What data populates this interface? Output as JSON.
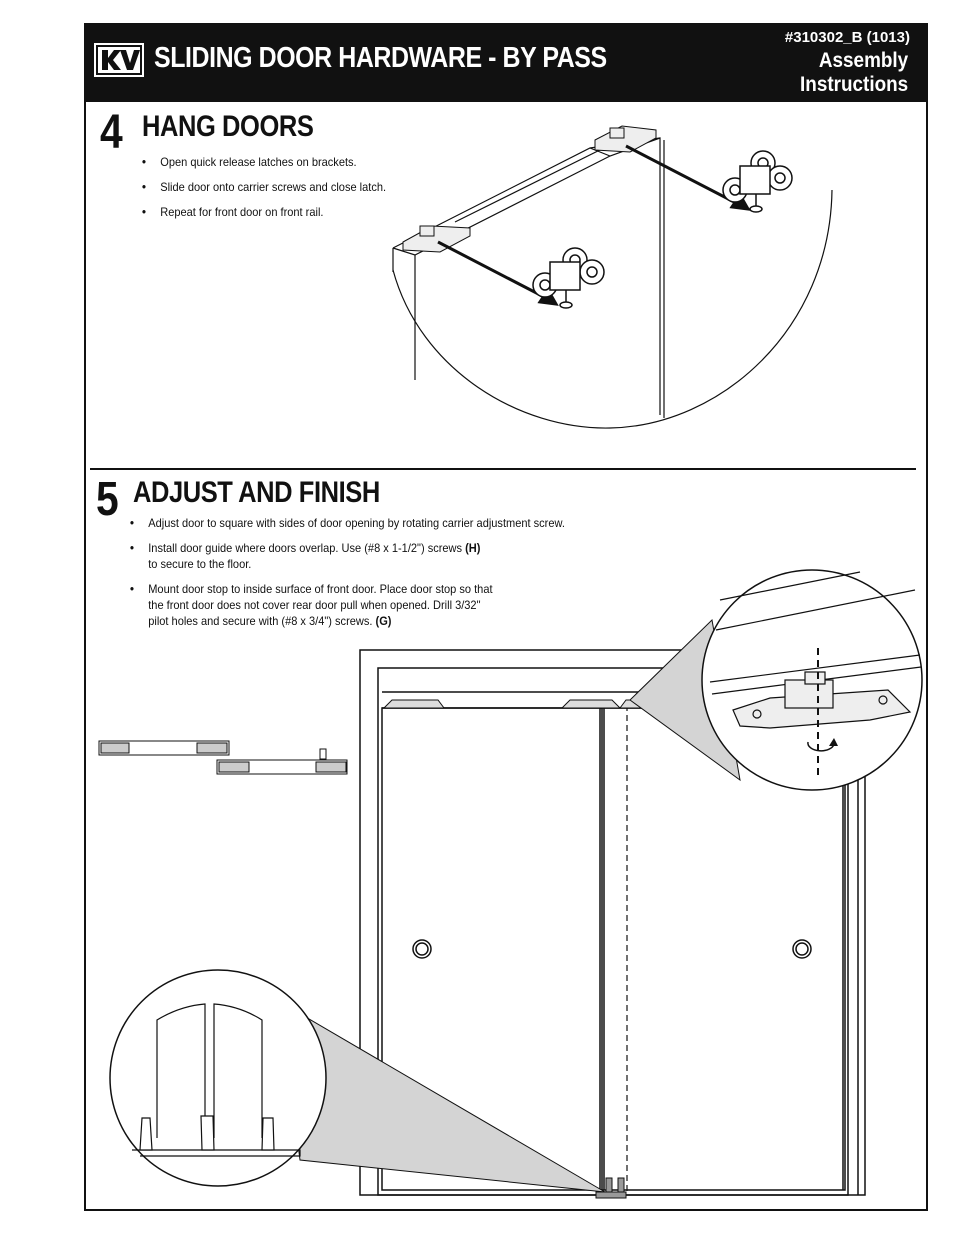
{
  "header": {
    "title": "SLIDING DOOR HARDWARE - BY PASS",
    "doc_number": "#310302_B (1013)",
    "doc_type_line1": "Assembly",
    "doc_type_line2": "Instructions",
    "logo_text": "KV"
  },
  "step4": {
    "number": "4",
    "title": "HANG DOORS",
    "bullets": [
      "Open quick release latches on brackets.",
      "Slide door onto carrier screws and close latch.",
      "Repeat for front door on front rail."
    ]
  },
  "step5": {
    "number": "5",
    "title": "ADJUST AND FINISH",
    "bullets": [
      {
        "text": "Adjust door to square with sides of door opening by rotating carrier adjustment screw.",
        "tag": ""
      },
      {
        "text": "Install door guide where doors overlap. Use (#8 x 1-1/2\") screws ",
        "tag": "(H)",
        "text2": "to secure to the floor."
      },
      {
        "text": "Mount door stop to inside surface of front door. Place door stop so that the front door does not cover rear door pull when opened. Drill 3/32\" pilot holes and secure with (#8 x 3/4\") screws. ",
        "tag": "(G)"
      }
    ]
  }
}
